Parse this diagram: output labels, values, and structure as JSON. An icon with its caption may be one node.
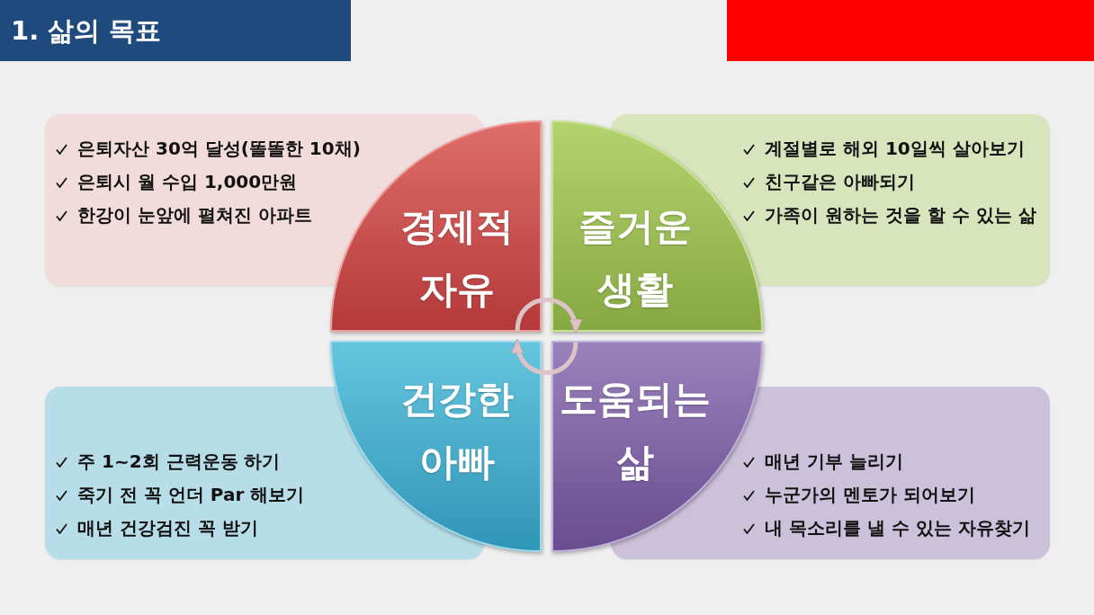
{
  "diagram": {
    "title": "1. 삶의 목표",
    "nodes": [
      {
        "text": [
          "은퇴자산 30억 달성(똘똘한 10채)",
          "은퇴시 월 수입 1,000만원",
          "한강이 눈앞에 펼쳐진 아파트"
        ]
      },
      {
        "text": [
          "경제적 자유"
        ]
      },
      {
        "text": [
          "즐거운 생활"
        ]
      },
      {
        "text": [
          "계절별로 해외 10일씩 살아보기",
          "친구같은 아빠되기",
          "가족이 원하는 것을 할 수 있는 삶"
        ]
      },
      {
        "text": [
          "주 1~2회 근력운동 하기",
          "죽기 전 꼭 언더 Par 해보기",
          "매년 건강검진 꼭 받기"
        ]
      },
      {
        "text": [
          "건강한 아빠"
        ]
      },
      {
        "text": [
          "도움되는 삶"
        ]
      },
      {
        "text": [
          "매년 기부 늘리기",
          "누군가의 멘토가 되어보기",
          "내 목소리를 낼 수 있는 자유찾기"
        ]
      }
    ],
    "edges": [
      {
        "from": 1,
        "to": 2,
        "arrow": "to"
      },
      {
        "from": 6,
        "to": 5,
        "arrow": "to"
      }
    ]
  }
}
